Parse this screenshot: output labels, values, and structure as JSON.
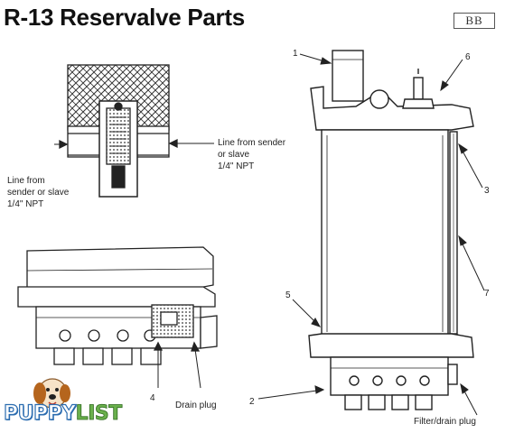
{
  "title": "R-13 Reservalve Parts",
  "badge": "BB",
  "labels": {
    "line_right": [
      "Line from sender",
      "or slave",
      "1/4\" NPT"
    ],
    "line_left": [
      "Line from",
      "sender or slave",
      "1/4\" NPT"
    ],
    "drain_plug": "Drain plug",
    "filter_drain_plug": "Filter/drain plug"
  },
  "callouts": [
    "1",
    "2",
    "3",
    "4",
    "5",
    "6",
    "7"
  ],
  "logo": {
    "part1": "PUPPY",
    "part2": "LIST"
  }
}
